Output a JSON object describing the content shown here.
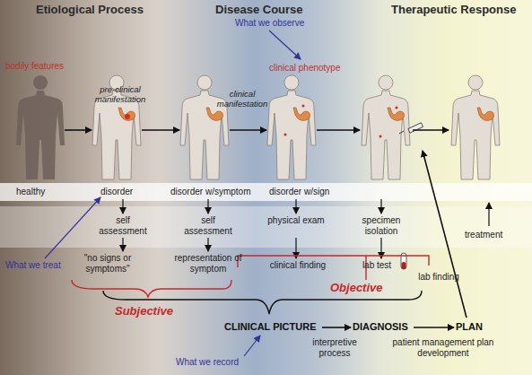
{
  "diagram": {
    "nodes": [
      {
        "text": [
          "CLINICAL PICTURE"
        ]
      },
      {
        "text": [
          "DIAGNOSIS"
        ]
      },
      {
        "text": [
          "PLAN"
        ]
      }
    ],
    "edges": [
      {
        "from": 0,
        "to": 1,
        "arrow": "to"
      },
      {
        "from": 1,
        "to": 2,
        "arrow": "to"
      }
    ],
    "labels": [
      "Etiological Process",
      "Disease Course",
      "Therapeutic Response",
      "What we observe",
      "bodily features",
      "pre-clinical manifestation",
      "clinical manifestation",
      "clinical phenotype",
      "healthy",
      "disorder",
      "disorder w/symptom",
      "disorder w/sign",
      "self assessment",
      "self assessment",
      "physical exam",
      "specimen isolation",
      "treatment",
      "What we treat",
      "\"no signs or symptoms\"",
      "representation of symptom",
      "clinical finding",
      "lab test",
      "lab finding",
      "Objective",
      "Subjective",
      "What we record",
      "interpretive process",
      "patient management plan development"
    ]
  }
}
